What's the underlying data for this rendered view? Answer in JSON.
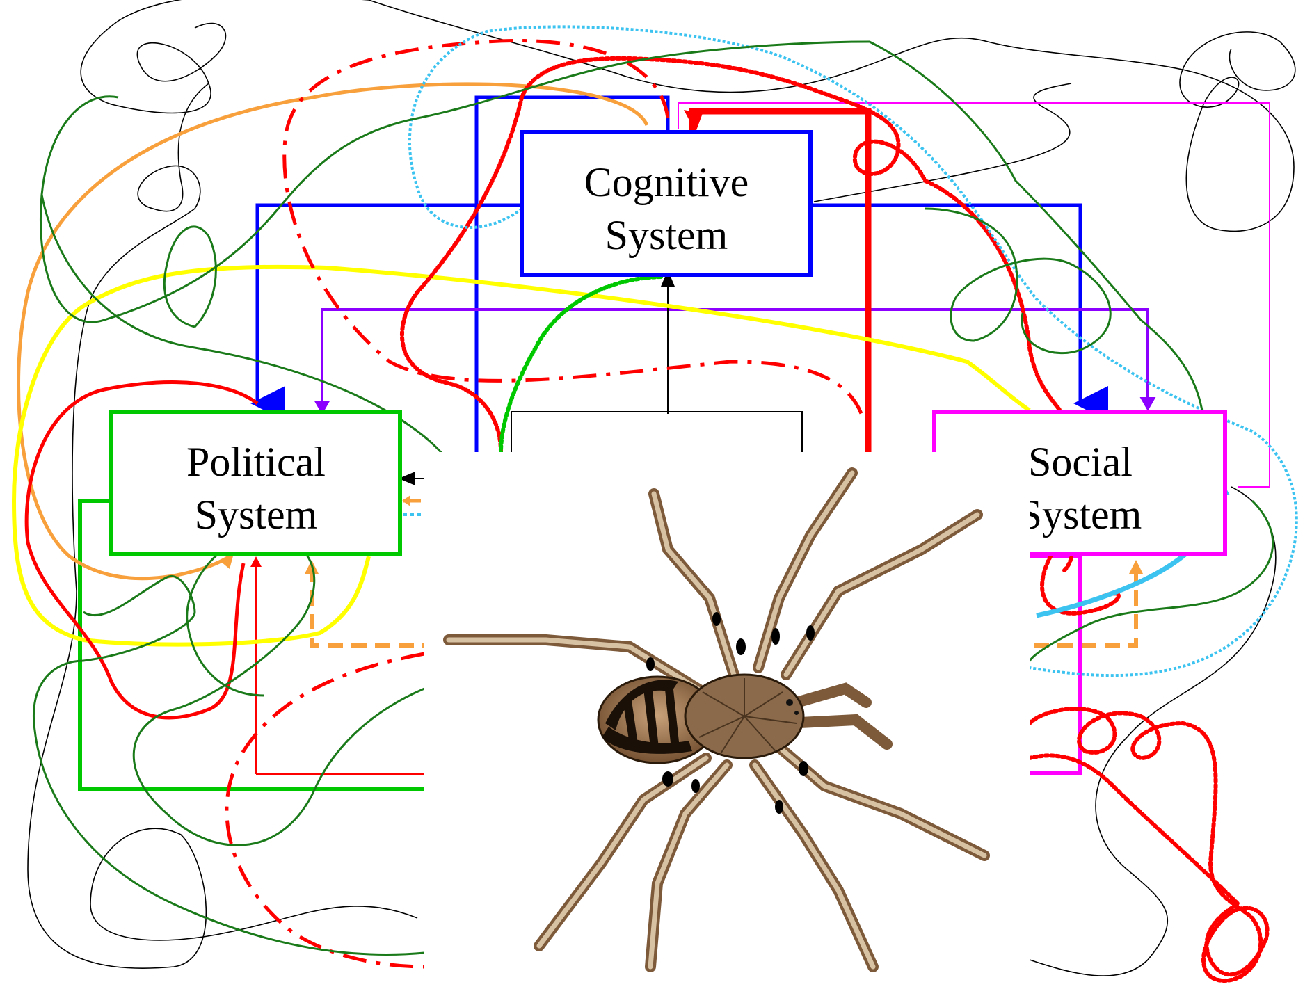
{
  "boxes": {
    "cognitive": {
      "line1": "Cognitive",
      "line2": "System",
      "color": "#0000ff"
    },
    "political": {
      "line1": "Political",
      "line2": "System",
      "color": "#00c800"
    },
    "social": {
      "line1": "Social",
      "line2": "System",
      "color": "#ff00ff"
    }
  },
  "palette": {
    "blue": "#0000ff",
    "green": "#00c800",
    "magenta": "#ff00ff",
    "red": "#ff0000",
    "orange": "#f7a03c",
    "yellow": "#ffff00",
    "purple": "#8b00ff",
    "cyan": "#3cc3f0",
    "dark_green": "#1a7a1a",
    "black": "#000000"
  },
  "overlay": {
    "icon": "spider-icon"
  }
}
